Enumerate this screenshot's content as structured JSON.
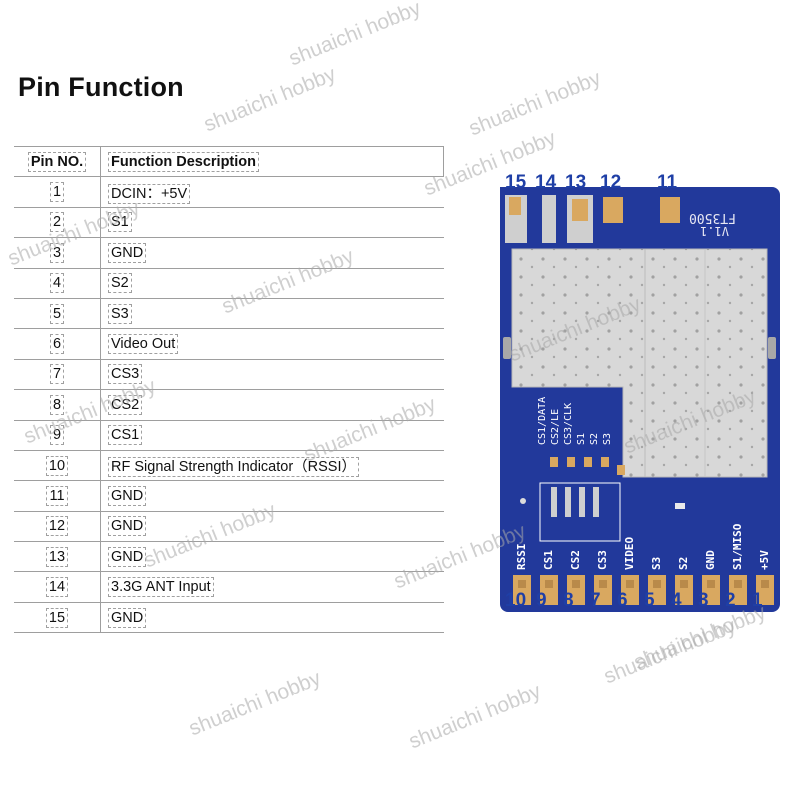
{
  "title": "Pin Function",
  "table": {
    "header": {
      "pin": "Pin NO.",
      "function": "Function Description"
    },
    "rows": [
      {
        "pin": "1",
        "function": "DCIN：+5V"
      },
      {
        "pin": "2",
        "function": "S1"
      },
      {
        "pin": "3",
        "function": "GND"
      },
      {
        "pin": "4",
        "function": "S2"
      },
      {
        "pin": "5",
        "function": "S3"
      },
      {
        "pin": "6",
        "function": "Video Out"
      },
      {
        "pin": "7",
        "function": "CS3"
      },
      {
        "pin": "8",
        "function": "CS2"
      },
      {
        "pin": "9",
        "function": "CS1"
      },
      {
        "pin": "10",
        "function": "RF Signal Strength Indicator（RSSI）"
      },
      {
        "pin": "11",
        "function": "GND"
      },
      {
        "pin": "12",
        "function": "GND"
      },
      {
        "pin": "13",
        "function": "GND"
      },
      {
        "pin": "14",
        "function": "3.3G ANT Input"
      },
      {
        "pin": "15",
        "function": "GND"
      }
    ]
  },
  "board": {
    "model": "FT3500",
    "version": "V1.1",
    "top_pins": [
      "15",
      "14",
      "13",
      "12",
      "11"
    ],
    "bottom_pins": [
      "10",
      "9",
      "8",
      "7",
      "6",
      "5",
      "4",
      "3",
      "2",
      "1"
    ],
    "silk_left": [
      "CS1/DATA",
      "CS2/LE",
      "CS3/CLK",
      "S1",
      "S2",
      "S3"
    ],
    "silk_bottom": [
      "RSSI",
      "CS1",
      "CS2",
      "CS3",
      "VIDEO",
      "S3",
      "S2",
      "GND",
      "S1/MISO",
      "+5V"
    ],
    "colors": {
      "pcb": "#22399b",
      "shield": "#d6d6d6",
      "pad": "#d9a860",
      "pin_label": "#1f3fa6"
    }
  },
  "watermark": "shuaichi hobby"
}
